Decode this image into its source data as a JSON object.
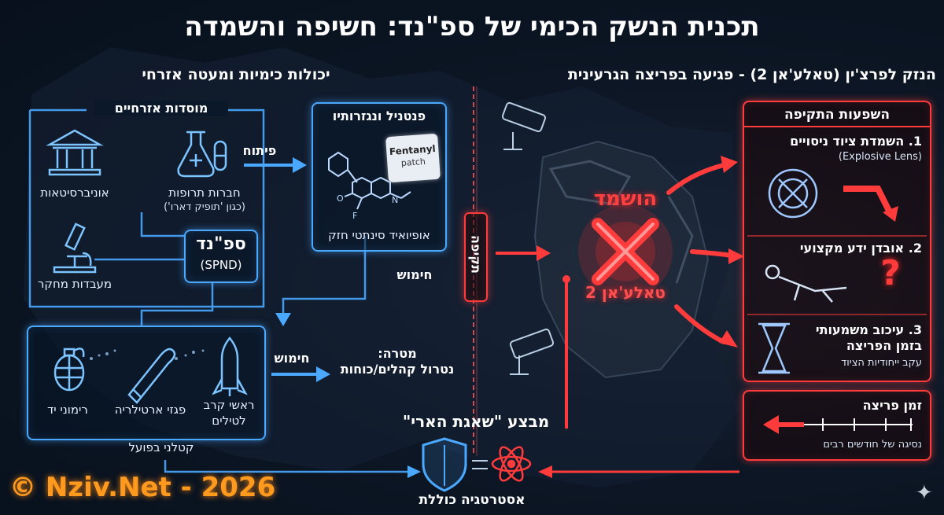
{
  "title": "תכנית הנשק הכימי של ספ\"נד: חשיפה והשמדה",
  "left": {
    "heading": "יכולות כימיות ומעטה אזרחי",
    "civil": {
      "title": "מוסדות אזרחיים",
      "universities": "אוניברסיטאות",
      "pharma": "חברות תרופות",
      "pharma_note": "(כגון 'תופיק דארו')",
      "labs": "מעבדות מחקר"
    },
    "spnd": {
      "name": "ספ\"נד",
      "latin": "(SPND)"
    },
    "fentanyl": {
      "title": "פנטניל ונגזרותיו",
      "patch_line1": "Fentanyl",
      "patch_line2": "patch",
      "caption": "אופיואיד סינתטי חזק"
    },
    "arrow_dev": "פיתוח",
    "arrow_arm": "חימוש",
    "weapons": {
      "grenades": "רימוני יד",
      "shells": "פגזי ארטילריה",
      "warheads_1": "ראשי קרב",
      "warheads_2": "לטילים"
    },
    "arrow_arm2": "חימוש",
    "goal_1": "מטרה:",
    "goal_2": "נטרול קהלים/כוחות",
    "lethal": "קטלני בפועל"
  },
  "divider": "תקיפה",
  "right": {
    "heading": "הנזק לפרצ'ין (טאלע'אן 2) - פגיעה בפריצה הגרעינית",
    "destroyed": "הושמד",
    "site": "טאלע'אן 2",
    "impacts": {
      "title": "השפעות התקיפה",
      "item1_1": "1. השמדת ציוד ניסויים",
      "item1_2": "(Explosive Lens)",
      "item2": "2. אובדן ידע מקצועי",
      "item3_1": "3. עיכוב משמעותי",
      "item3_2": "בזמן הפריצה",
      "item3_3": "עקב ייחודיות הציוד"
    },
    "breakout": {
      "title": "זמן פריצה",
      "caption": "נסיגה של חודשים רבים"
    }
  },
  "operation": "מבצע \"שאגת הארי\"",
  "strategy": "אסטרטגיה כוללת",
  "watermark": "© Nziv.Net - 2026",
  "colors": {
    "blue": "#4aa8ff",
    "red": "#ff3b3b",
    "watermark": "#ff9a1f"
  },
  "icons": [
    "university-icon",
    "pharma-icon",
    "microscope-icon",
    "molecule-icon",
    "grenade-icon",
    "shell-icon",
    "missile-icon",
    "camera-icon",
    "explosion-icon",
    "lens-icon",
    "person-fallen-icon",
    "question-icon",
    "hourglass-icon",
    "shield-icon",
    "atom-icon",
    "sparkle-icon"
  ]
}
